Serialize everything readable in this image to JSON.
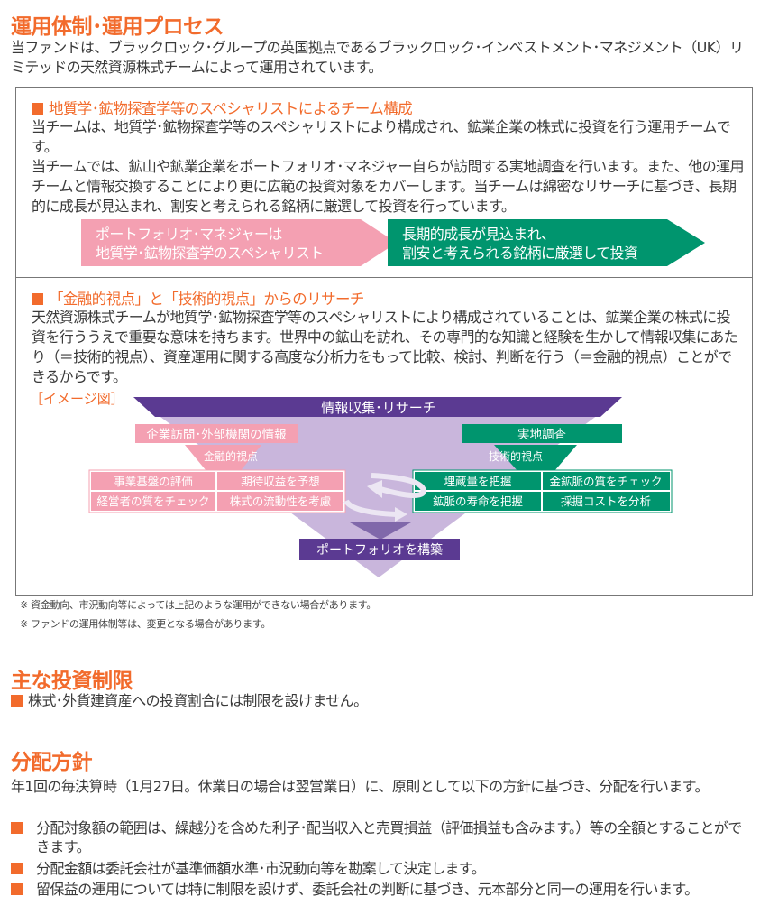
{
  "title": "運用体制･運用プロセス",
  "intro": "当ファンドは、ブラックロック･グループの英国拠点であるブラックロック･インベストメント･マネジメント（UK）リミテッドの天然資源株式チームによって運用されています。",
  "section1": {
    "heading": "地質学･鉱物探査学等のスペシャリストによるチーム構成",
    "para1": "当チームは、地質学･鉱物探査学等のスペシャリストにより構成され、鉱業企業の株式に投資を行う運用チームです。",
    "para2": "当チームでは、鉱山や鉱業企業をポートフォリオ･マネジャー自らが訪問する実地調査を行います。また、他の運用チームと情報交換することにより更に広範の投資対象をカバーします。当チームは綿密なリサーチに基づき、長期的に成長が見込まれ、割安と考えられる銘柄に厳選して投資を行っています。",
    "arrow_left": [
      "ポートフォリオ･マネジャーは",
      "地質学･鉱物探査学のスペシャリスト"
    ],
    "arrow_right": [
      "長期的成長が見込まれ、",
      "割安と考えられる銘柄に厳選して投資"
    ]
  },
  "section2": {
    "heading": "「金融的視点」と「技術的視点」からのリサーチ",
    "para": "天然資源株式チームが地質学･鉱物探査学等のスペシャリストにより構成されていることは、鉱業企業の株式に投資を行ううえで重要な意味を持ちます。世界中の鉱山を訪れ、その専門的な知識と経験を生かして情報収集にあたり（＝技術的視点）、資産運用に関する高度な分析力をもって比較、検討、判断を行う（＝金融的視点）ことができるからです。",
    "image_label": "［イメージ図］",
    "diagram": {
      "top": "情報収集･リサーチ",
      "left_label": "企業訪問･外部機関の情報",
      "left_view": "金融的視点",
      "left_items": [
        "事業基盤の評価",
        "期待収益を予想",
        "経営者の質をチェック",
        "株式の流動性を考慮"
      ],
      "right_label": "実地調査",
      "right_view": "技術的視点",
      "right_items": [
        "埋蔵量を把握",
        "金鉱脈の質をチェック",
        "鉱脈の寿命を把握",
        "採掘コストを分析"
      ],
      "bottom": "ポートフォリオを構築"
    }
  },
  "notes": [
    "※ 資金動向、市況動向等によっては上記のような運用ができない場合があります。",
    "※ ファンドの運用体制等は、変更となる場合があります。"
  ],
  "limits": {
    "title": "主な投資制限",
    "text": "株式･外貨建資産への投資割合には制限を設けません。"
  },
  "distribution": {
    "title": "分配方針",
    "intro": "年1回の毎決算時（1月27日。休業日の場合は翌営業日）に、原則として以下の方針に基づき、分配を行います。",
    "bullets": [
      "分配対象額の範囲は、繰越分を含めた利子･配当収入と売買損益（評価損益も含みます。）等の全額とすることができます。",
      "分配金額は委託会社が基準価額水準･市況動向等を勘案して決定します。",
      "留保益の運用については特に制限を設けず、委託会社の判断に基づき、元本部分と同一の運用を行います。"
    ]
  },
  "colors": {
    "orange": "#f26b2c",
    "pink": "#f4a0b2",
    "green": "#00956e",
    "purple": "#5b3a92",
    "lavender": "#c9b6dc"
  }
}
